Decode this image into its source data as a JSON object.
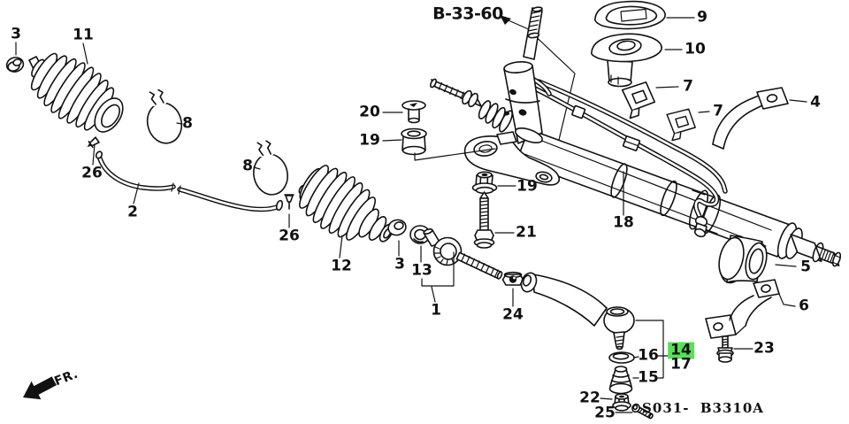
{
  "colors": {
    "highlight": "#58e058",
    "line": "#111111",
    "background": "#ffffff"
  },
  "reference": {
    "section_ref": "B-33-60",
    "diagram_code": "S031-  B3310A",
    "front_label": "FR."
  },
  "labels": {
    "lock_washer_top_left_3": "3",
    "steering_boot_11": "11",
    "boot_band_8_left": "8",
    "boot_band_8_right": "8",
    "breather_clip_26_left": "26",
    "breather_tube_2": "2",
    "breather_clip_26_right": "26",
    "steering_boot_12": "12",
    "lock_washer_3": "3",
    "stopper_13": "13",
    "rack_end_1": "1",
    "nut_24": "24",
    "grommet_20": "20",
    "grommet_19_left": "19",
    "grommet_19_right": "19",
    "bolt_21": "21",
    "gear_box_18": "18",
    "seal_9": "9",
    "cushion_10": "10",
    "clamp_7_upper": "7",
    "clamp_7_lower": "7",
    "bracket_4": "4",
    "bushing_5": "5",
    "bracket_6": "6",
    "bolt_23": "23",
    "tie_rod_end_14": "14",
    "set_17": "17",
    "washer_16": "16",
    "dust_seal_15": "15",
    "nut_22": "22",
    "screw_25": "25"
  }
}
